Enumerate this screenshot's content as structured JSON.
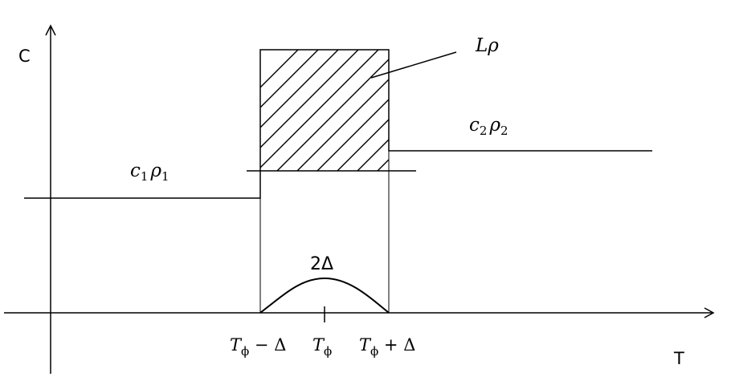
{
  "axes": {
    "y_label": "C",
    "x_label": "T"
  },
  "labels": {
    "latent": "Lρ",
    "phase1": {
      "symbol": "c",
      "sub": "1",
      "symbol2": "ρ",
      "sub2": "1"
    },
    "phase2": {
      "symbol": "c",
      "sub": "2",
      "symbol2": "ρ",
      "sub2": "2"
    },
    "width": "2Δ",
    "tick_left": {
      "symbol": "T",
      "sub": "ϕ",
      "suffix": " − Δ"
    },
    "tick_center": {
      "symbol": "T",
      "sub": "ϕ"
    },
    "tick_right": {
      "symbol": "T",
      "sub": "ϕ",
      "suffix": " + Δ"
    }
  }
}
